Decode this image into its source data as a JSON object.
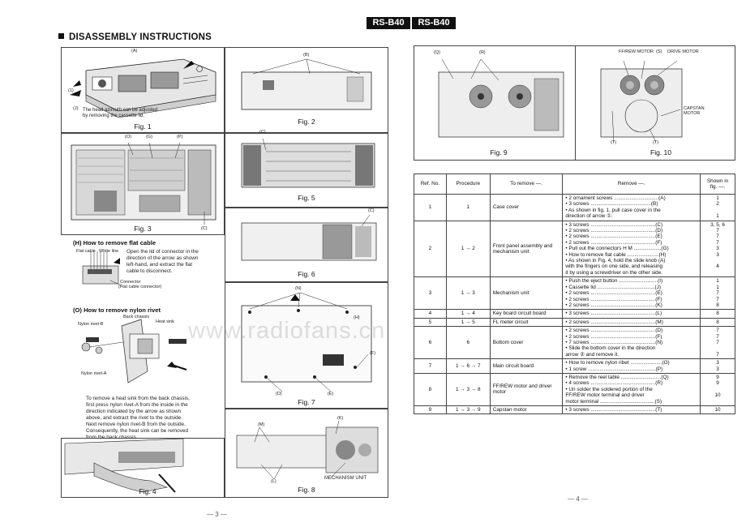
{
  "header": {
    "model_left": "RS-B40",
    "model_right": "RS-B40"
  },
  "section_title": "DISASSEMBLY INSTRUCTIONS",
  "watermark": "www.radiofans.cn",
  "figures": {
    "fig1": {
      "caption": "Fig. 1",
      "labels": [
        "(A)",
        "(1)",
        "(J)"
      ],
      "note": "The head azimuth can be adjusted by removing the cassette lid."
    },
    "fig2": {
      "caption": "Fig. 2",
      "labels": [
        "(B)"
      ]
    },
    "fig3": {
      "caption": "Fig. 3",
      "labels": [
        "(O)",
        "(G)",
        "(P)",
        "(C)"
      ]
    },
    "fig4": {
      "caption": "Fig. 4"
    },
    "fig5": {
      "caption": "Fig. 5",
      "labels": [
        "(C)"
      ]
    },
    "fig6": {
      "caption": "Fig. 6",
      "labels": [
        "(C)"
      ]
    },
    "fig7": {
      "caption": "Fig. 7",
      "labels": [
        "(N)",
        "(H)",
        "(F)",
        "(D)",
        "(E)"
      ]
    },
    "fig8": {
      "caption": "Fig. 8",
      "labels": [
        "(M)",
        "(K)",
        "(L)",
        "MECHANISM UNIT"
      ]
    },
    "fig9": {
      "caption": "Fig. 9",
      "labels": [
        "(Q)",
        "(R)"
      ]
    },
    "fig10": {
      "caption": "Fig. 10",
      "labels": [
        "FF/REW MOTOR",
        "(S)",
        "DRIVE MOTOR",
        "CAPSTAN MOTOR",
        "(T)",
        "(T)"
      ]
    }
  },
  "flat_cable": {
    "title": "(H) How to remove flat cable",
    "text": [
      "Open the lid of connector in the",
      "direction of the arrow as shown",
      "left-hand, and extract the flat",
      "cable to disconnect."
    ],
    "labels": [
      "Flat cable",
      "White line",
      "Connector",
      "(Flat cable connector)"
    ]
  },
  "nylon_rivet": {
    "title": "(O) How to remove nylon rivet",
    "labels": [
      "Back chassis",
      "Heat sink",
      "Nylon rivet-B",
      "Nylon rivet-A"
    ],
    "text": [
      "To remove a heat sink from the back chassis,",
      "first press nylon rivet-A from the inside in the",
      "direction indicated by the arrow as shown",
      "above, and extract the rivet to the outside.",
      "Next remove nylon rivet-B from the outside.",
      "Consequently, the heat sink can be removed",
      "from the back chassis."
    ]
  },
  "page_numbers": {
    "left": "— 3 —",
    "right": "— 4 —"
  },
  "table": {
    "headers": [
      "Ref. No.",
      "Procedure",
      "To remove —.",
      "Remove —.",
      "Shown in fig. —."
    ],
    "rows": [
      {
        "ref": "1",
        "proc": "1",
        "target": "Case cover",
        "remove": [
          "• 2 ornament screws ...............................(A)",
          "• 3 screws ..........................................(B)",
          "• As shown in fig. 1, pull case cover in the",
          "  direction of arrow ①."
        ],
        "fig": [
          "1",
          "2",
          "",
          "1"
        ]
      },
      {
        "ref": "2",
        "proc": "1 → 2",
        "target": "Front panel assembly and mechanism unit",
        "remove": [
          "• 3 screws .............................................(C)",
          "• 2 screws .............................................(D)",
          "• 2 screws .............................................(E)",
          "• 2 screws .............................................(F)",
          "• Pull out the connectors H  M ...................(G)",
          "• How to remove flat cable ......................(H)",
          "• As shown in Fig. 4, hold the slide knob (A)",
          "  with the fingers on one side, and releasing",
          "  it by using a screwdriver on the other side."
        ],
        "fig": [
          "3, 5, 6",
          "7",
          "7",
          "7",
          "3",
          "3",
          "",
          "4",
          ""
        ]
      },
      {
        "ref": "3",
        "proc": "1 → 3",
        "target": "Mechanism unit",
        "remove": [
          "• Push the eject button ...........................(I)",
          "• Cassette lid ........................................(J)",
          "• 2 screws .............................................(E)",
          "• 2 screws .............................................(F)",
          "• 2 screws .............................................(K)"
        ],
        "fig": [
          "1",
          "1",
          "7",
          "7",
          "8"
        ]
      },
      {
        "ref": "4",
        "proc": "1 → 4",
        "target": "Key board circuit board",
        "remove": [
          "• 3 screws .............................................(L)"
        ],
        "fig": [
          "8"
        ]
      },
      {
        "ref": "5",
        "proc": "1 → 5",
        "target": "FL meter circuit",
        "remove": [
          "• 2 screws .............................................(M)"
        ],
        "fig": [
          "8"
        ]
      },
      {
        "ref": "6",
        "proc": "6",
        "target": "Bottom cover",
        "remove": [
          "• 2 screws .............................................(D)",
          "• 2 screws .............................................(F)",
          "• 7 screws .............................................(N)",
          "• Slide the bottom cover in the direction",
          "  arrow ② and remove it."
        ],
        "fig": [
          "7",
          "7",
          "7",
          "",
          "7"
        ]
      },
      {
        "ref": "7",
        "proc": "1 → 6 → 7",
        "target": "Main circuit board",
        "remove": [
          "• How to remove nylon ribet ......................(O)",
          "• 1 screw ...............................................(P)"
        ],
        "fig": [
          "3",
          "3"
        ]
      },
      {
        "ref": "8",
        "proc": "1 → 3 → 8",
        "target": "FF/REW motor and driver motor",
        "remove": [
          "• Remove the reel table ............................(Q)",
          "• 4 screws .............................................(R)",
          "• Un solder the soldered portion of the",
          "  FF/REW motor terminal and driver",
          "  motor terminal ......................................(S)"
        ],
        "fig": [
          "9",
          "9",
          "",
          "10",
          ""
        ]
      },
      {
        "ref": "9",
        "proc": "1 → 3 → 9",
        "target": "Capstan motor",
        "remove": [
          "• 3 screws .............................................(T)"
        ],
        "fig": [
          "10"
        ]
      }
    ]
  }
}
